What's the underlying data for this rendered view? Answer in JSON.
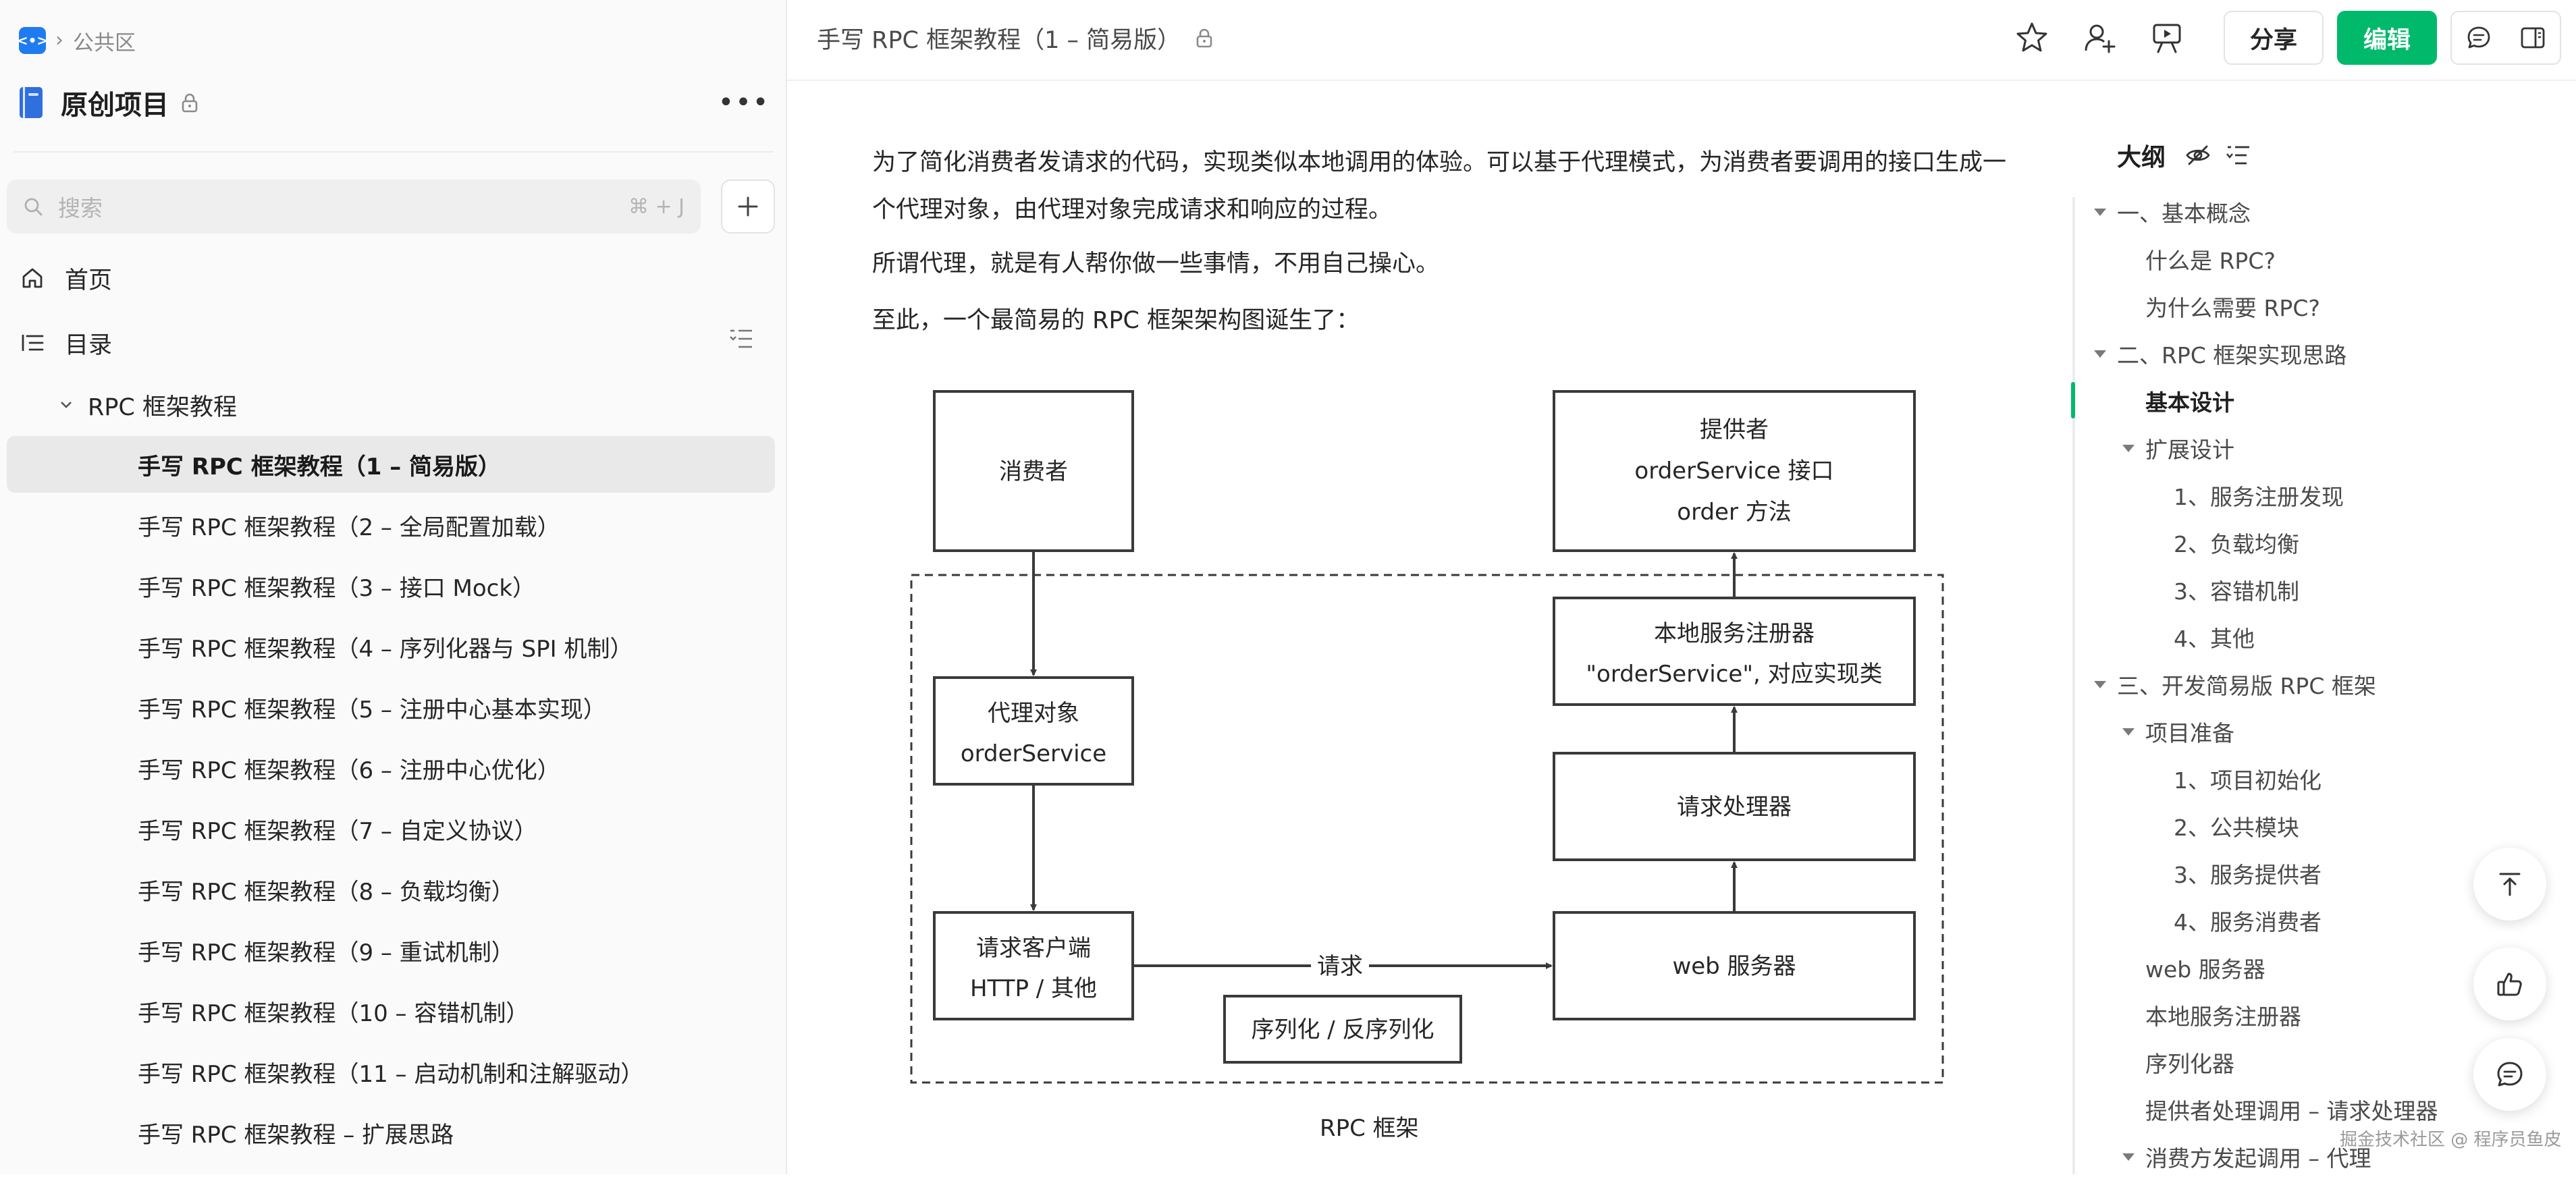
{
  "sidebar": {
    "breadcrumb": "公共区",
    "space_title": "原创项目",
    "search_placeholder": "搜索",
    "search_shortcut": "⌘ + J",
    "nav_home": "首页",
    "nav_toc": "目录",
    "folder": "RPC 框架教程",
    "docs": [
      "手写 RPC 框架教程（1 – 简易版）",
      "手写 RPC 框架教程（2 – 全局配置加载）",
      "手写 RPC 框架教程（3 – 接口 Mock）",
      "手写 RPC 框架教程（4 – 序列化器与 SPI 机制）",
      "手写 RPC 框架教程（5 – 注册中心基本实现）",
      "手写 RPC 框架教程（6 – 注册中心优化）",
      "手写 RPC 框架教程（7 – 自定义协议）",
      "手写 RPC 框架教程（8 – 负载均衡）",
      "手写 RPC 框架教程（9 – 重试机制）",
      "手写 RPC 框架教程（10 – 容错机制）",
      "手写 RPC 框架教程（11 – 启动机制和注解驱动）",
      "手写 RPC 框架教程 – 扩展思路"
    ]
  },
  "header": {
    "doc_title": "手写 RPC 框架教程（1 – 简易版）",
    "share_label": "分享",
    "edit_label": "编辑"
  },
  "content": {
    "p1": "为了简化消费者发请求的代码，实现类似本地调用的体验。可以基于代理模式，为消费者要调用的接口生成一个代理对象，由代理对象完成请求和响应的过程。",
    "p2": "所谓代理，就是有人帮你做一些事情，不用自己操心。",
    "p3": "至此，一个最简易的 RPC 框架架构图诞生了：",
    "diagram": {
      "consumer": "消费者",
      "provider_l1": "提供者",
      "provider_l2": "orderService 接口",
      "provider_l3": "order 方法",
      "registry_l1": "本地服务注册器",
      "registry_l2": "\"orderService\", 对应实现类",
      "proxy_l1": "代理对象",
      "proxy_l2": "orderService",
      "handler": "请求处理器",
      "client_l1": "请求客户端",
      "client_l2": "HTTP / 其他",
      "web_server": "web 服务器",
      "serializer": "序列化 / 反序列化",
      "request_label": "请求"
    },
    "caption": "RPC 框架"
  },
  "outline": {
    "title": "大纲",
    "items": [
      {
        "label": "一、基本概念",
        "level": 0,
        "collapsible": true,
        "active": false
      },
      {
        "label": "什么是 RPC?",
        "level": 1,
        "collapsible": false,
        "active": false
      },
      {
        "label": "为什么需要 RPC?",
        "level": 1,
        "collapsible": false,
        "active": false
      },
      {
        "label": "二、RPC 框架实现思路",
        "level": 0,
        "collapsible": true,
        "active": false
      },
      {
        "label": "基本设计",
        "level": 1,
        "collapsible": false,
        "active": true
      },
      {
        "label": "扩展设计",
        "level": 1,
        "collapsible": true,
        "active": false
      },
      {
        "label": "1、服务注册发现",
        "level": 2,
        "collapsible": false,
        "active": false
      },
      {
        "label": "2、负载均衡",
        "level": 2,
        "collapsible": false,
        "active": false
      },
      {
        "label": "3、容错机制",
        "level": 2,
        "collapsible": false,
        "active": false
      },
      {
        "label": "4、其他",
        "level": 2,
        "collapsible": false,
        "active": false
      },
      {
        "label": "三、开发简易版 RPC 框架",
        "level": 0,
        "collapsible": true,
        "active": false
      },
      {
        "label": "项目准备",
        "level": 1,
        "collapsible": true,
        "active": false
      },
      {
        "label": "1、项目初始化",
        "level": 2,
        "collapsible": false,
        "active": false
      },
      {
        "label": "2、公共模块",
        "level": 2,
        "collapsible": false,
        "active": false
      },
      {
        "label": "3、服务提供者",
        "level": 2,
        "collapsible": false,
        "active": false
      },
      {
        "label": "4、服务消费者",
        "level": 2,
        "collapsible": false,
        "active": false
      },
      {
        "label": "web 服务器",
        "level": 1,
        "collapsible": false,
        "active": false
      },
      {
        "label": "本地服务注册器",
        "level": 1,
        "collapsible": false,
        "active": false
      },
      {
        "label": "序列化器",
        "level": 1,
        "collapsible": false,
        "active": false
      },
      {
        "label": "提供者处理调用 – 请求处理器",
        "level": 1,
        "collapsible": false,
        "active": false
      },
      {
        "label": "消费方发起调用 – 代理",
        "level": 1,
        "collapsible": true,
        "active": false
      }
    ]
  },
  "watermark": "掘金技术社区 @ 程序员鱼皮",
  "colors": {
    "accent": "#00b96b",
    "brand_icon": "#1f7cf0"
  }
}
